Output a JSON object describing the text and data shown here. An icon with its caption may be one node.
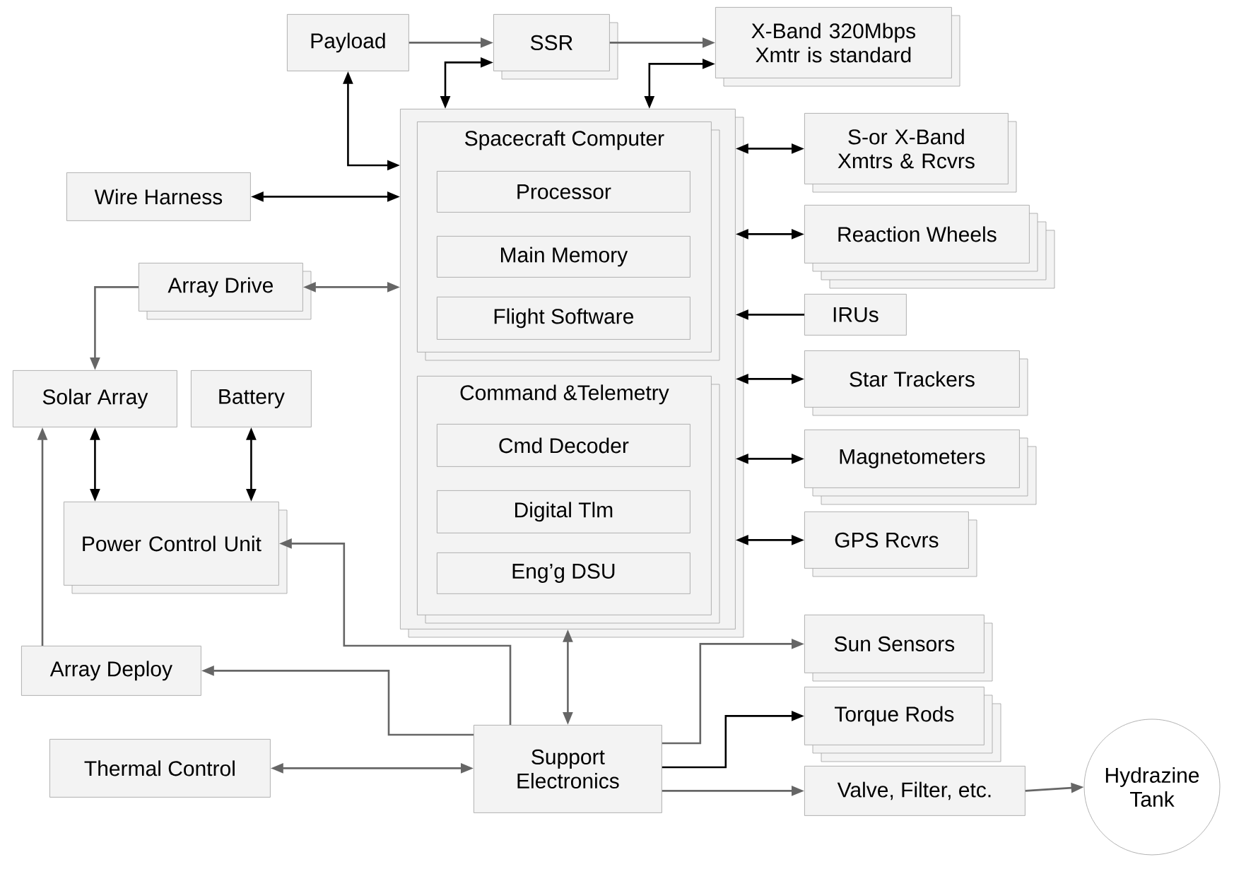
{
  "diagram": {
    "nodes": [
      {
        "text": [
          "Payload"
        ]
      },
      {
        "text": [
          "SSR"
        ]
      },
      {
        "text": [
          "X-Band 320Mbps Xmtr is standard"
        ]
      },
      {
        "text": [],
        "shape": "box"
      },
      {
        "text": [
          "Spacecraft Computer"
        ],
        "in": 3
      },
      {
        "text": [
          "Processor"
        ],
        "in": 4
      },
      {
        "text": [
          "Main Memory"
        ],
        "in": 4
      },
      {
        "text": [
          "Flight Software"
        ],
        "in": 4
      },
      {
        "text": [
          "Command &Telemetry"
        ],
        "in": 3
      },
      {
        "text": [
          "Cmd Decoder"
        ],
        "in": 8
      },
      {
        "text": [
          "Digital Tlm"
        ],
        "in": 8
      },
      {
        "text": [
          "Eng’g DSU"
        ],
        "in": 8
      },
      {
        "text": [
          "Wire Harness"
        ]
      },
      {
        "text": [
          "Array Drive"
        ]
      },
      {
        "text": [
          "Solar Array"
        ]
      },
      {
        "text": [
          "Battery"
        ]
      },
      {
        "text": [
          "Power Control Unit"
        ]
      },
      {
        "text": [
          "Array Deploy"
        ]
      },
      {
        "text": [
          "Thermal Control"
        ]
      },
      {
        "text": [
          "Support Electronics"
        ]
      },
      {
        "text": [
          "S-or X-Band Xmtrs & Rcvrs"
        ]
      },
      {
        "text": [
          "Reaction Wheels"
        ]
      },
      {
        "text": [
          "IRUs"
        ]
      },
      {
        "text": [
          "Star Trackers"
        ]
      },
      {
        "text": [
          "Magnetometers"
        ]
      },
      {
        "text": [
          "GPS Rcvrs"
        ]
      },
      {
        "text": [
          "Sun Sensors"
        ]
      },
      {
        "text": [
          "Torque Rods"
        ]
      },
      {
        "text": [
          "Valve, Filter, etc."
        ]
      },
      {
        "text": [
          "Hydrazine Tank"
        ]
      }
    ],
    "edges": [
      {
        "from": 0,
        "to": 1,
        "arrow": "to",
        "color": "#666666"
      },
      {
        "from": 1,
        "to": 2,
        "arrow": "to",
        "color": "#666666"
      },
      {
        "from": 0,
        "to": 3,
        "arrow": "both"
      },
      {
        "from": 12,
        "to": 3,
        "arrow": "both"
      },
      {
        "from": 3,
        "to": 1,
        "arrow": "both"
      },
      {
        "from": 3,
        "to": 2,
        "arrow": "both"
      },
      {
        "from": 13,
        "to": 3,
        "arrow": "both",
        "color": "#666666"
      },
      {
        "from": 13,
        "to": 14,
        "arrow": "to",
        "color": "#666666"
      },
      {
        "from": 3,
        "to": 20,
        "arrow": "both"
      },
      {
        "from": 3,
        "to": 21,
        "arrow": "both"
      },
      {
        "from": 22,
        "to": 3,
        "arrow": "to"
      },
      {
        "from": 3,
        "to": 23,
        "arrow": "both"
      },
      {
        "from": 3,
        "to": 24,
        "arrow": "both"
      },
      {
        "from": 3,
        "to": 25,
        "arrow": "both"
      },
      {
        "from": 14,
        "to": 16,
        "arrow": "both"
      },
      {
        "from": 15,
        "to": 16,
        "arrow": "both"
      },
      {
        "from": 17,
        "to": 14,
        "arrow": "to",
        "color": "#666666"
      },
      {
        "from": 19,
        "to": 16,
        "arrow": "to",
        "color": "#666666"
      },
      {
        "from": 19,
        "to": 17,
        "arrow": "to",
        "color": "#666666"
      },
      {
        "from": 18,
        "to": 19,
        "arrow": "both",
        "color": "#666666"
      },
      {
        "from": 3,
        "to": 19,
        "arrow": "both",
        "color": "#666666"
      },
      {
        "from": 19,
        "to": 26,
        "arrow": "to",
        "color": "#666666"
      },
      {
        "from": 19,
        "to": 27,
        "arrow": "to"
      },
      {
        "from": 19,
        "to": 28,
        "arrow": "to",
        "color": "#666666"
      },
      {
        "from": 28,
        "to": 29,
        "arrow": "to",
        "color": "#666666"
      }
    ]
  }
}
